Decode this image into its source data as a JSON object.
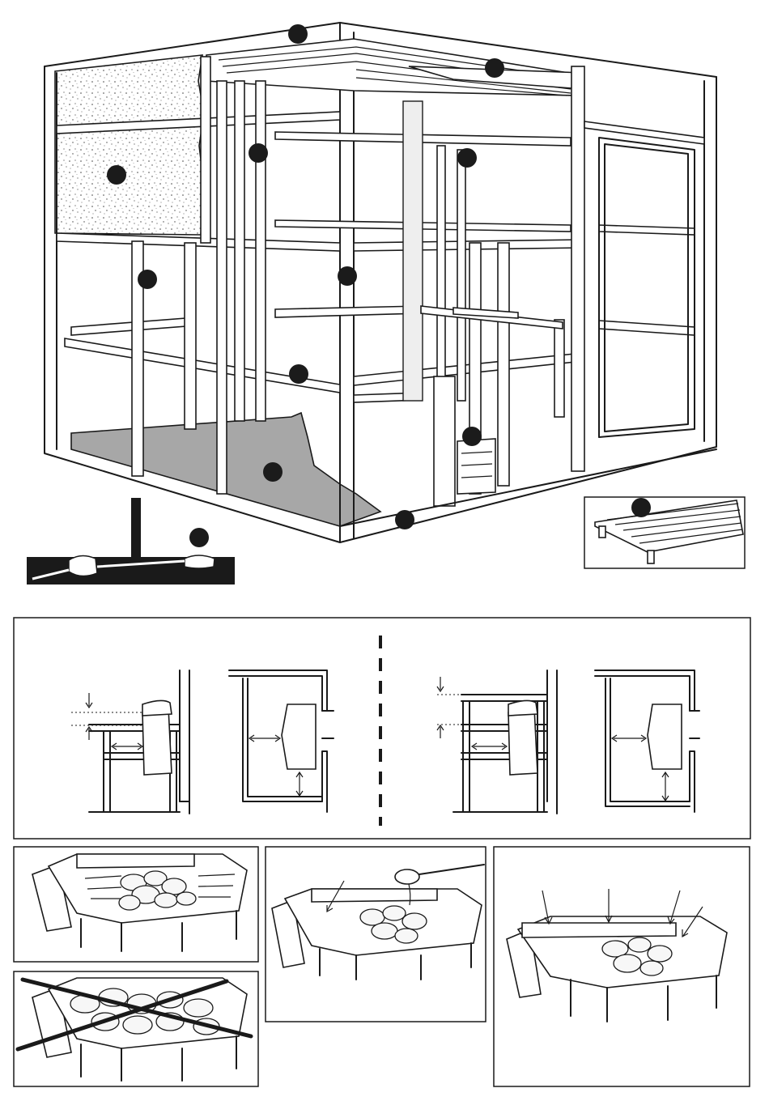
{
  "illustration": {
    "top_scene": "sauna-room-frame-construction",
    "marker_icon": "filled-circle-marker",
    "marker_count": 14,
    "panel_count": 6
  },
  "colors": {
    "line": "#1a1a1a",
    "floor": "#a7a7a7",
    "insulation_dots": "#444444",
    "background": "#ffffff"
  }
}
